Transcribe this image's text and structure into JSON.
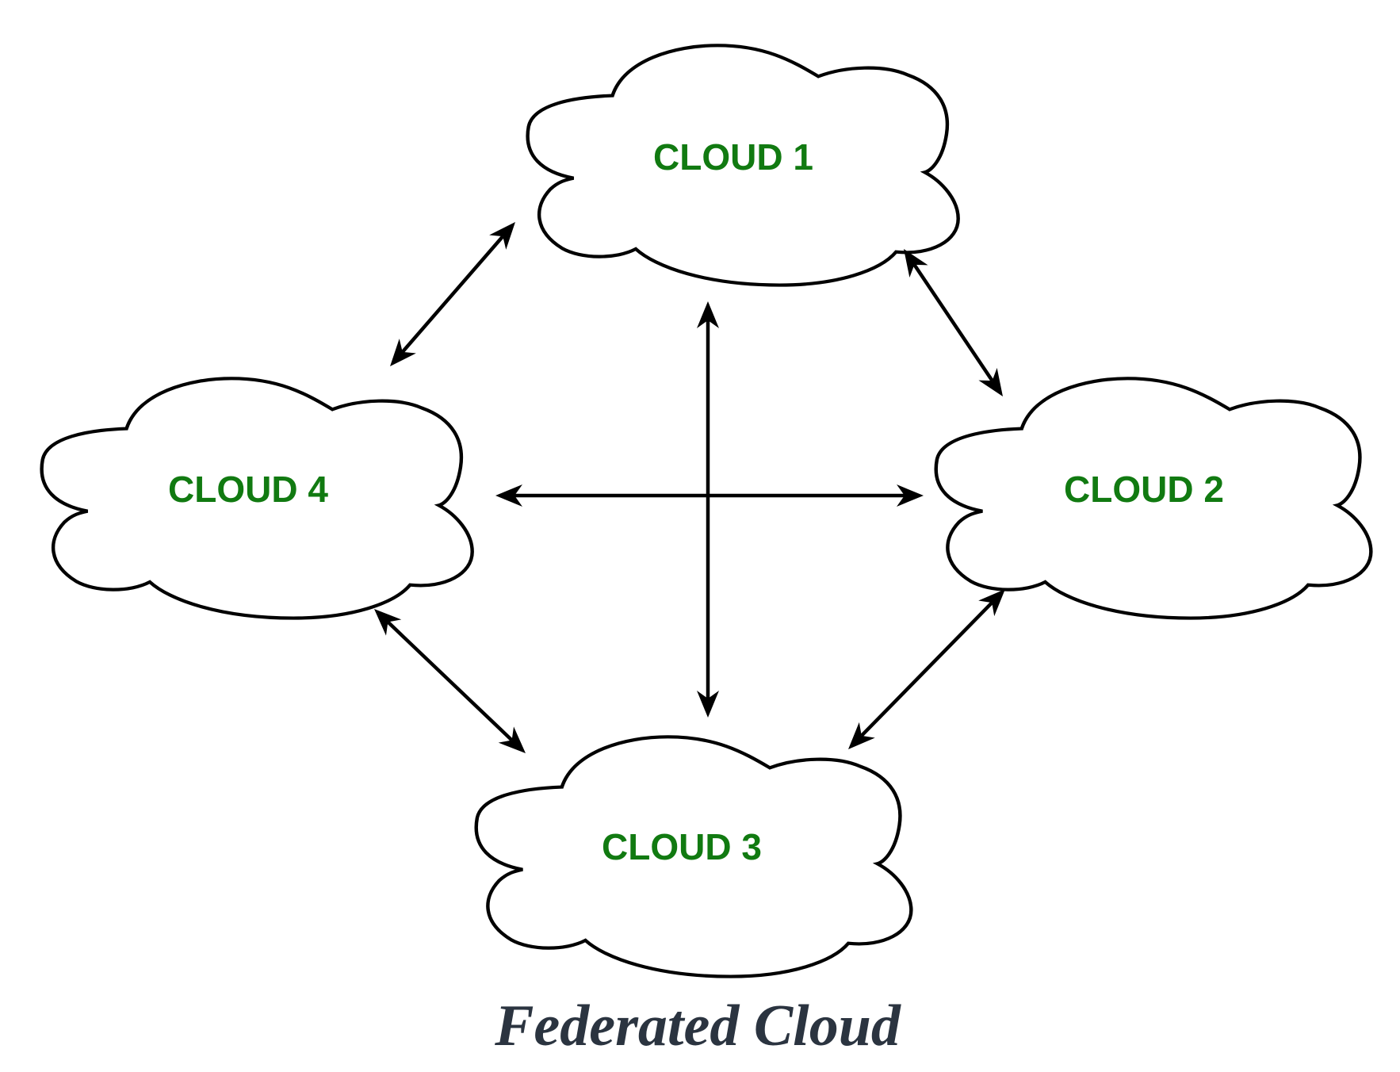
{
  "diagram": {
    "title": "Federated Cloud",
    "colors": {
      "label": "#117a11",
      "title": "#2b3440",
      "stroke": "#000000",
      "background": "#ffffff"
    },
    "nodes": [
      {
        "id": "cloud1",
        "label": "CLOUD 1"
      },
      {
        "id": "cloud2",
        "label": "CLOUD 2"
      },
      {
        "id": "cloud3",
        "label": "CLOUD 3"
      },
      {
        "id": "cloud4",
        "label": "CLOUD 4"
      }
    ],
    "edges": [
      {
        "from": "cloud1",
        "to": "cloud4",
        "direction": "bidirectional"
      },
      {
        "from": "cloud1",
        "to": "cloud2",
        "direction": "bidirectional"
      },
      {
        "from": "cloud1",
        "to": "cloud3",
        "direction": "bidirectional"
      },
      {
        "from": "cloud4",
        "to": "cloud2",
        "direction": "bidirectional"
      },
      {
        "from": "cloud4",
        "to": "cloud3",
        "direction": "bidirectional"
      },
      {
        "from": "cloud2",
        "to": "cloud3",
        "direction": "bidirectional"
      }
    ]
  }
}
